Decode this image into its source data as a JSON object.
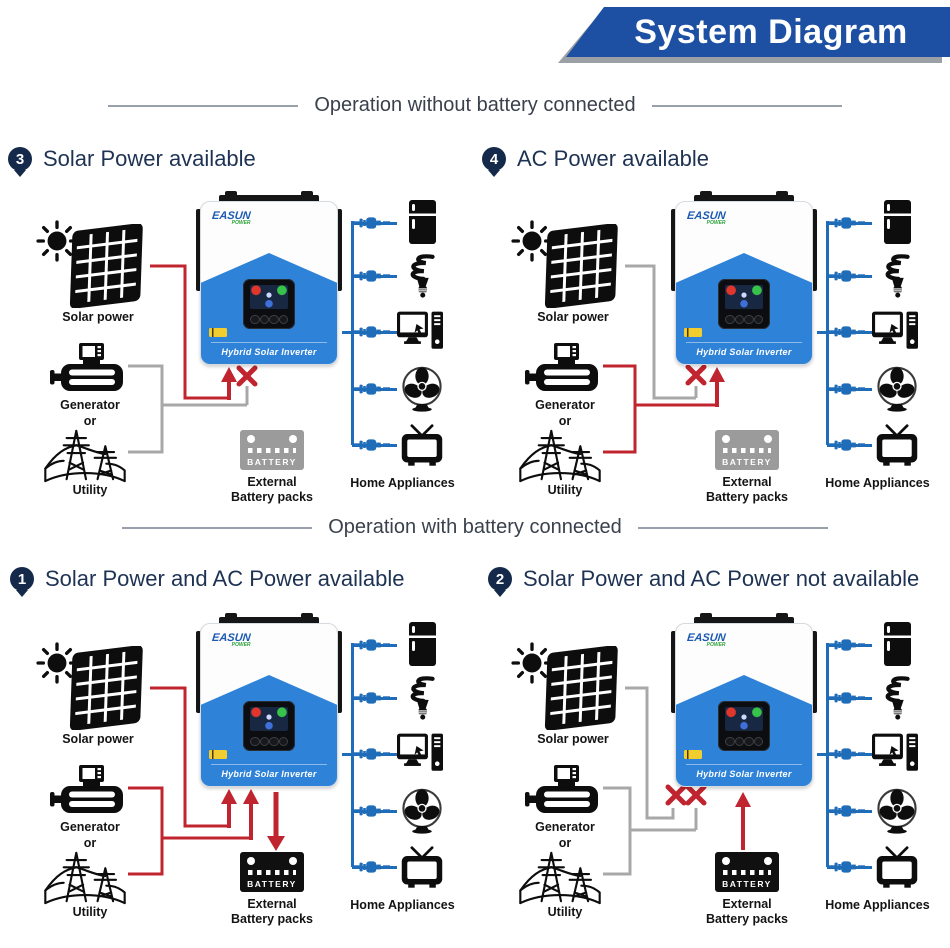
{
  "banner": {
    "title": "System Diagram"
  },
  "dividers": [
    {
      "label": "Operation without battery connected"
    },
    {
      "label": "Operation with battery connected"
    }
  ],
  "scenarios": [
    {
      "number": "3",
      "title": "Solar Power available"
    },
    {
      "number": "4",
      "title": "AC Power available"
    },
    {
      "number": "1",
      "title": "Solar Power and AC Power available"
    },
    {
      "number": "2",
      "title": "Solar Power and AC Power not available"
    }
  ],
  "labels": {
    "solar_power": "Solar power",
    "generator": "Generator",
    "or": "or",
    "utility": "Utility",
    "battery": "BATTERY",
    "external_line1": "External",
    "external_line2": "Battery packs",
    "home_appliances": "Home Appliances",
    "inverter_model": "Hybrid Solar Inverter",
    "brand": "EASUN",
    "brand_sub": "POWER"
  },
  "colors": {
    "banner_blue": "#1d4fa3",
    "inverter_blue": "#2e82d8",
    "wire_red": "#c0242e",
    "wire_gray": "#a8a8a8",
    "wire_blue": "#1f6db8",
    "title_navy": "#1e3353",
    "battery_inactive": "#9b9b9b",
    "battery_active": "#101010"
  }
}
